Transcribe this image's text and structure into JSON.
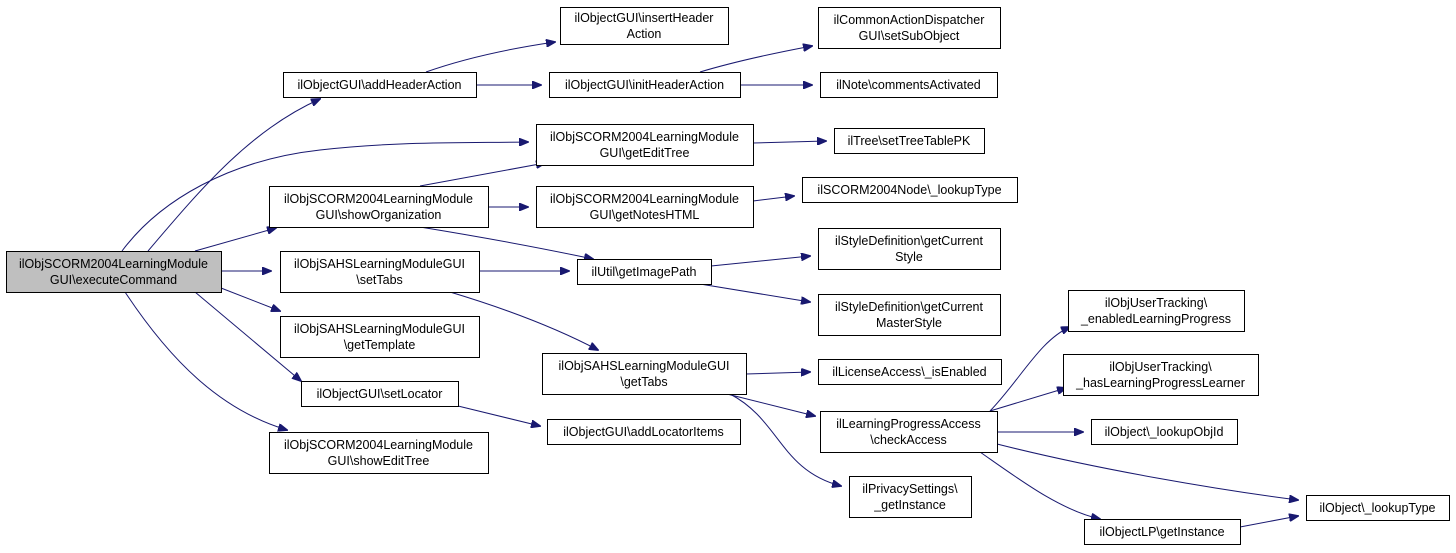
{
  "colors": {
    "edge": "#191970",
    "root_fill": "#bfbfbf",
    "node_fill": "#ffffff",
    "node_border": "#000000"
  },
  "nodes": {
    "root": {
      "lines": [
        "ilObjSCORM2004LearningModule",
        "GUI\\executeCommand"
      ]
    },
    "addHeaderAction": {
      "lines": [
        "ilObjectGUI\\addHeaderAction"
      ]
    },
    "showOrganization": {
      "lines": [
        "ilObjSCORM2004LearningModule",
        "GUI\\showOrganization"
      ]
    },
    "setTabs": {
      "lines": [
        "ilObjSAHSLearningModuleGUI",
        "\\setTabs"
      ]
    },
    "getTemplate": {
      "lines": [
        "ilObjSAHSLearningModuleGUI",
        "\\getTemplate"
      ]
    },
    "setLocator": {
      "lines": [
        "ilObjectGUI\\setLocator"
      ]
    },
    "showEditTree": {
      "lines": [
        "ilObjSCORM2004LearningModule",
        "GUI\\showEditTree"
      ]
    },
    "insertHeaderAction": {
      "lines": [
        "ilObjectGUI\\insertHeader",
        "Action"
      ]
    },
    "initHeaderAction": {
      "lines": [
        "ilObjectGUI\\initHeaderAction"
      ]
    },
    "getEditTree": {
      "lines": [
        "ilObjSCORM2004LearningModule",
        "GUI\\getEditTree"
      ]
    },
    "getNotesHTML": {
      "lines": [
        "ilObjSCORM2004LearningModule",
        "GUI\\getNotesHTML"
      ]
    },
    "getImagePath": {
      "lines": [
        "ilUtil\\getImagePath"
      ]
    },
    "getTabs": {
      "lines": [
        "ilObjSAHSLearningModuleGUI",
        "\\getTabs"
      ]
    },
    "addLocatorItems": {
      "lines": [
        "ilObjectGUI\\addLocatorItems"
      ]
    },
    "setSubObject": {
      "lines": [
        "ilCommonActionDispatcher",
        "GUI\\setSubObject"
      ]
    },
    "commentsActivated": {
      "lines": [
        "ilNote\\commentsActivated"
      ]
    },
    "setTreeTablePK": {
      "lines": [
        "ilTree\\setTreeTablePK"
      ]
    },
    "scormLookupType": {
      "lines": [
        "ilSCORM2004Node\\_lookupType"
      ]
    },
    "getCurrentStyle": {
      "lines": [
        "ilStyleDefinition\\getCurrent",
        "Style"
      ]
    },
    "getCurrentMasterStyle": {
      "lines": [
        "ilStyleDefinition\\getCurrent",
        "MasterStyle"
      ]
    },
    "licenseIsEnabled": {
      "lines": [
        "ilLicenseAccess\\_isEnabled"
      ]
    },
    "checkAccess": {
      "lines": [
        "ilLearningProgressAccess",
        "\\checkAccess"
      ]
    },
    "privacyGetInstance": {
      "lines": [
        "ilPrivacySettings\\",
        "_getInstance"
      ]
    },
    "enabledLearningProgress": {
      "lines": [
        "ilObjUserTracking\\",
        "_enabledLearningProgress"
      ]
    },
    "hasLearningProgressLearner": {
      "lines": [
        "ilObjUserTracking\\",
        "_hasLearningProgressLearner"
      ]
    },
    "lookupObjId": {
      "lines": [
        "ilObject\\_lookupObjId"
      ]
    },
    "objectLPGetInstance": {
      "lines": [
        "ilObjectLP\\getInstance"
      ]
    },
    "objectLookupType": {
      "lines": [
        "ilObject\\_lookupType"
      ]
    }
  }
}
